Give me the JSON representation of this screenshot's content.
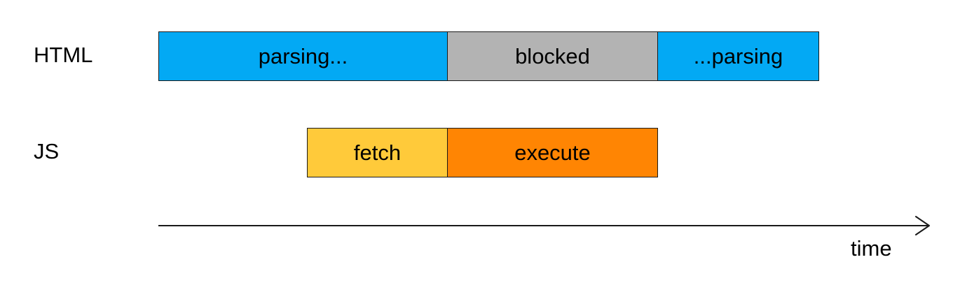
{
  "rows": {
    "html": {
      "label": "HTML",
      "segments": [
        {
          "label": "parsing...",
          "color": "#03A9F4"
        },
        {
          "label": "blocked",
          "color": "#B3B3B3"
        },
        {
          "label": "...parsing",
          "color": "#03A9F4"
        }
      ]
    },
    "js": {
      "label": "JS",
      "segments": [
        {
          "label": "fetch",
          "color": "#FFCA3A"
        },
        {
          "label": "execute",
          "color": "#FF8503"
        }
      ]
    }
  },
  "axis": {
    "label": "time",
    "color": "#1a1a1a"
  }
}
